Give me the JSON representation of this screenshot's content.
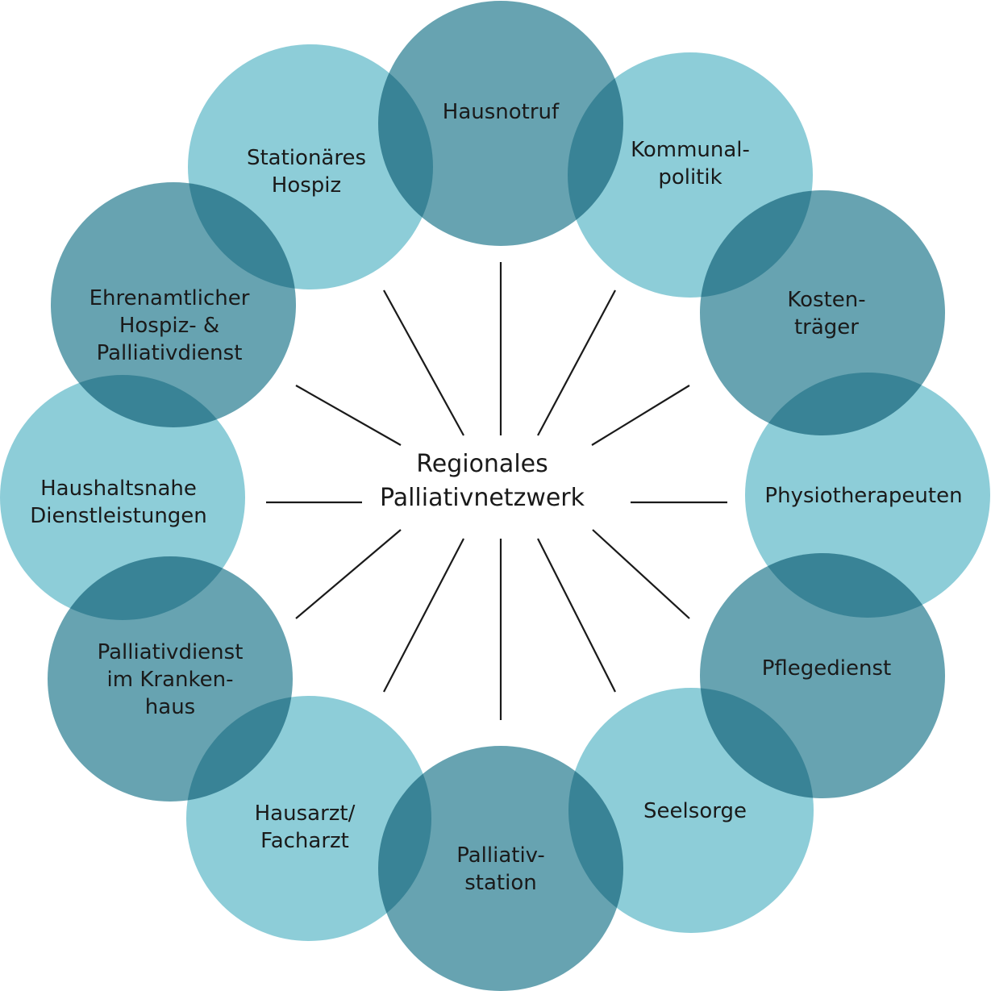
{
  "center": {
    "lines": [
      "Regionales",
      "Palliativnetzwerk"
    ]
  },
  "colors": {
    "dark": "#67a3b1",
    "light": "#8dcdd8",
    "spoke": "#1a1a1a"
  },
  "nodes": [
    {
      "name": "node-hausnotruf",
      "tone": "dark",
      "lines": [
        "Hausnotruf"
      ]
    },
    {
      "name": "node-kommunalpolitik",
      "tone": "light",
      "lines": [
        "Kommunal-",
        "politik"
      ]
    },
    {
      "name": "node-kostentraeger",
      "tone": "dark",
      "lines": [
        "Kosten-",
        "träger"
      ]
    },
    {
      "name": "node-physiotherapeuten",
      "tone": "light",
      "lines": [
        "Physiotherapeuten"
      ]
    },
    {
      "name": "node-pflegedienst",
      "tone": "dark",
      "lines": [
        "Pflegedienst"
      ]
    },
    {
      "name": "node-seelsorge",
      "tone": "light",
      "lines": [
        "Seelsorge"
      ]
    },
    {
      "name": "node-palliativstation",
      "tone": "dark",
      "lines": [
        "Palliativ-",
        "station"
      ]
    },
    {
      "name": "node-hausarzt-facharzt",
      "tone": "light",
      "lines": [
        "Hausarzt/",
        "Facharzt"
      ]
    },
    {
      "name": "node-palliativdienst-krankenhaus",
      "tone": "dark",
      "lines": [
        "Palliativdienst",
        "im Kranken-",
        "haus"
      ]
    },
    {
      "name": "node-haushaltsnahe-dienstleistungen",
      "tone": "light",
      "lines": [
        "Haushaltsnahe",
        "Dienstleistungen"
      ]
    },
    {
      "name": "node-ehrenamtlicher-hospizdienst",
      "tone": "dark",
      "lines": [
        "Ehrenamtlicher",
        "Hospiz- &",
        "Palliativdienst"
      ]
    },
    {
      "name": "node-stationaeres-hospiz",
      "tone": "light",
      "lines": [
        "Stationäres",
        "Hospiz"
      ]
    }
  ]
}
